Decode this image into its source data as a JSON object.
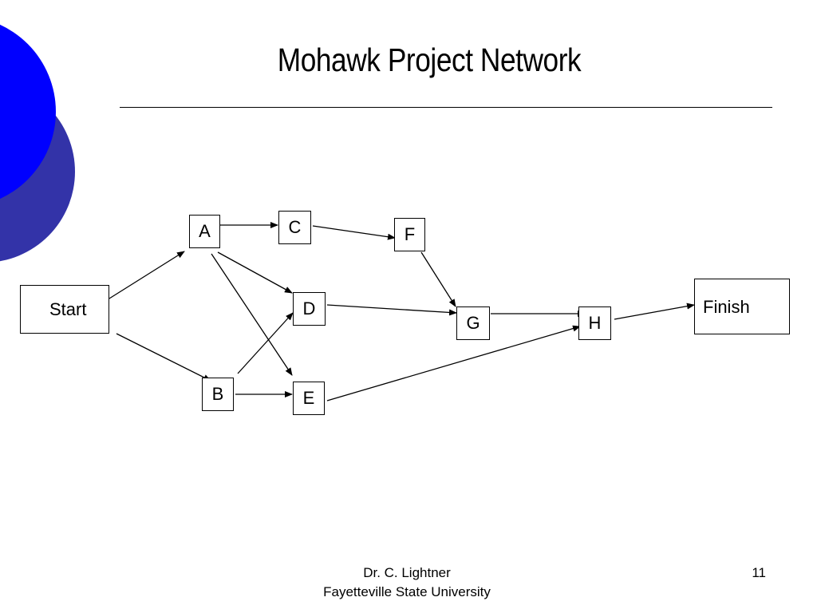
{
  "slide": {
    "title": "Mohawk Project Network",
    "colors": {
      "circle_front": "#0000FF",
      "circle_back": "#3333A8"
    }
  },
  "diagram": {
    "nodes": [
      {
        "id": "start",
        "label": "Start"
      },
      {
        "id": "a",
        "label": "A"
      },
      {
        "id": "b",
        "label": "B"
      },
      {
        "id": "c",
        "label": "C"
      },
      {
        "id": "d",
        "label": "D"
      },
      {
        "id": "e",
        "label": "E"
      },
      {
        "id": "f",
        "label": "F"
      },
      {
        "id": "g",
        "label": "G"
      },
      {
        "id": "h",
        "label": "H"
      },
      {
        "id": "finish",
        "label": "Finish"
      }
    ],
    "edges": [
      {
        "from": "Start",
        "to": "A"
      },
      {
        "from": "Start",
        "to": "B"
      },
      {
        "from": "A",
        "to": "C"
      },
      {
        "from": "A",
        "to": "D"
      },
      {
        "from": "A",
        "to": "E"
      },
      {
        "from": "B",
        "to": "D"
      },
      {
        "from": "B",
        "to": "E"
      },
      {
        "from": "C",
        "to": "F"
      },
      {
        "from": "D",
        "to": "G"
      },
      {
        "from": "F",
        "to": "G"
      },
      {
        "from": "E",
        "to": "H"
      },
      {
        "from": "G",
        "to": "H"
      },
      {
        "from": "H",
        "to": "Finish"
      }
    ]
  },
  "footer": {
    "author": "Dr. C. Lightner",
    "institution": "Fayetteville State University",
    "page": "11"
  }
}
